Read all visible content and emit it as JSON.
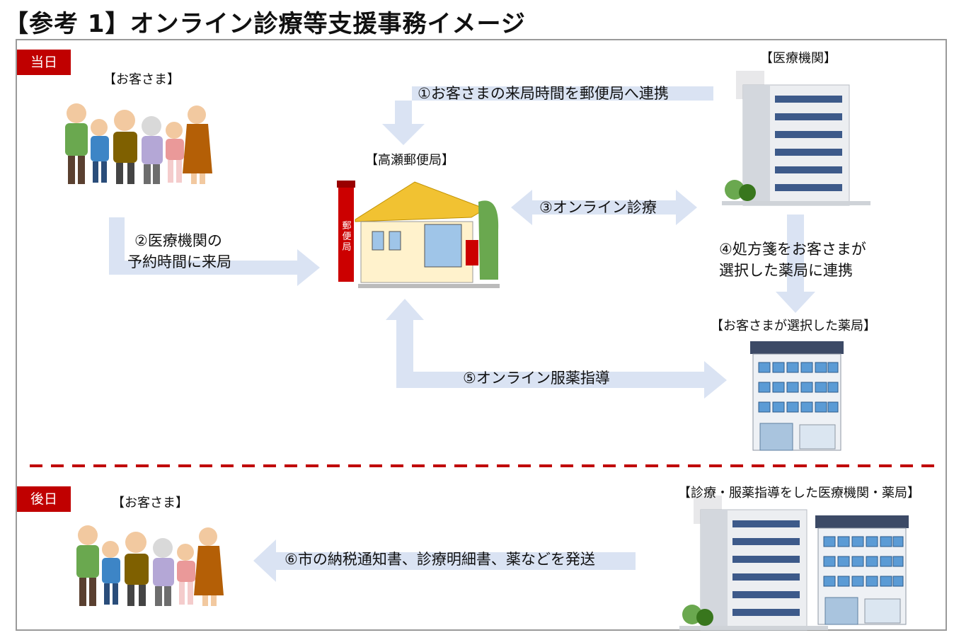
{
  "title": "【参考 1】オンライン診療等支援事務イメージ",
  "sections": {
    "today": "当日",
    "later": "後日"
  },
  "labels": {
    "customer_top": "【お客さま】",
    "medical": "【医療機関】",
    "post_office": "【高瀬郵便局】",
    "pharmacy": "【お客さまが選択した薬局】",
    "customer_bottom": "【お客さま】",
    "after_facilities": "【診療・服薬指導をした医療機関・薬局】"
  },
  "flows": {
    "f1": "①お客さまの来局時間を郵便局へ連携",
    "f2_line1": "②医療機関の",
    "f2_line2": "予約時間に来局",
    "f3": "③オンライン診療",
    "f4_line1": "④処方箋をお客さまが",
    "f4_line2": "選択した薬局に連携",
    "f5": "⑤オンライン服薬指導",
    "f6": "⑥市の納税通知書、診療明細書、薬などを発送"
  },
  "post_sign": "郵便局",
  "colors": {
    "arrow": "#dae3f3",
    "tag_red": "#c00000",
    "divider": "#c00000"
  }
}
